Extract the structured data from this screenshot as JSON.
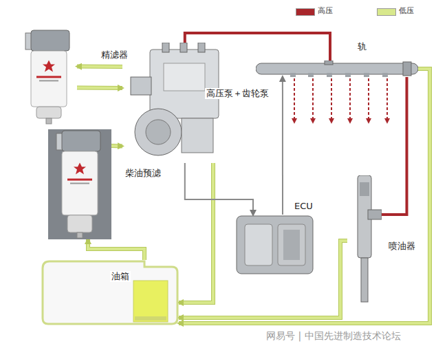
{
  "diagram": {
    "nodes": [
      {
        "text": [
          "精滤器"
        ]
      },
      {
        "text": [
          "高压泵＋齿轮泵"
        ]
      },
      {
        "text": [
          "轨"
        ]
      },
      {
        "text": [
          "柴油预滤"
        ]
      },
      {
        "text": [
          "油箱"
        ]
      },
      {
        "text": [
          "ECU"
        ]
      },
      {
        "text": [
          "喷油器"
        ]
      }
    ],
    "edges": [
      {
        "from": 4,
        "to": 3,
        "arrow": "to"
      },
      {
        "from": 3,
        "to": 1,
        "arrow": "to"
      },
      {
        "from": 1,
        "to": 0,
        "arrow": "to"
      },
      {
        "from": 0,
        "to": 1,
        "arrow": "to"
      },
      {
        "from": 1,
        "to": 2,
        "arrow": "none"
      },
      {
        "from": 2,
        "to": 6,
        "arrow": "none"
      },
      {
        "from": 6,
        "to": 4,
        "arrow": "to"
      },
      {
        "from": 1,
        "to": 4,
        "arrow": "to"
      },
      {
        "from": 2,
        "to": 4,
        "arrow": "to"
      },
      {
        "from": 1,
        "to": 5,
        "arrow": "to"
      },
      {
        "from": 5,
        "to": 2,
        "arrow": "to"
      }
    ],
    "labels": [
      "网易号 | 中国先进制造技术论坛"
    ],
    "legend": [
      {
        "text": "高压",
        "color": "#a8262b"
      },
      {
        "text": "低压",
        "color": "#d8e88c"
      }
    ]
  }
}
